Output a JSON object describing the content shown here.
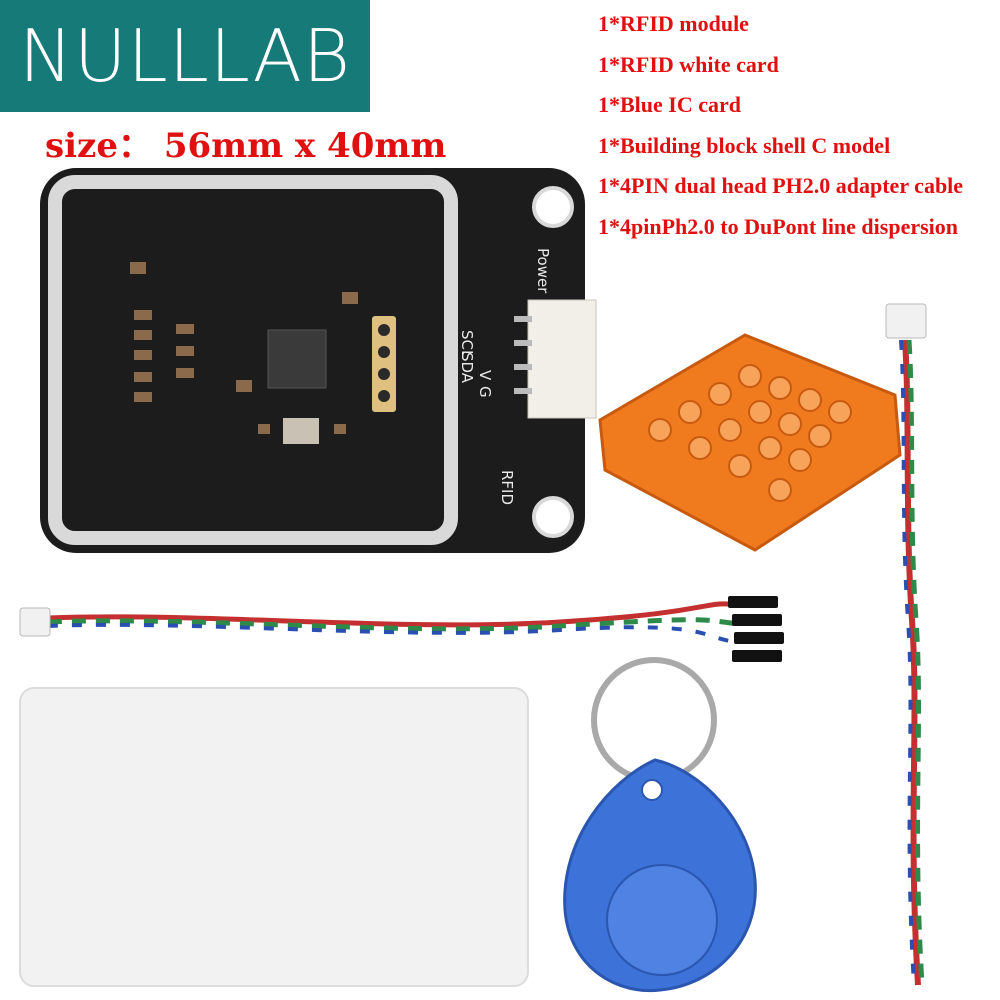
{
  "brand": {
    "name": "NULLLAB",
    "color": "#167a78"
  },
  "size_text": "size： 56mm x 40mm",
  "contents": [
    "1*RFID module",
    "1*RFID white card",
    "1*Blue IC card",
    "1*Building block shell C model",
    "1*4PIN dual head PH2.0 adapter cable",
    "1*4pinPh2.0 to DuPont line dispersion"
  ],
  "board_labels": {
    "power": "Power",
    "scl": "SCL",
    "sda": "SDA",
    "v": "V",
    "g": "G",
    "rfid": "RFID"
  },
  "colors": {
    "text_red": "#e01010",
    "board": "#1c1c1c",
    "shell": "#f07a1e",
    "keyfob": "#3d72d8",
    "card": "#f2f2f2"
  }
}
